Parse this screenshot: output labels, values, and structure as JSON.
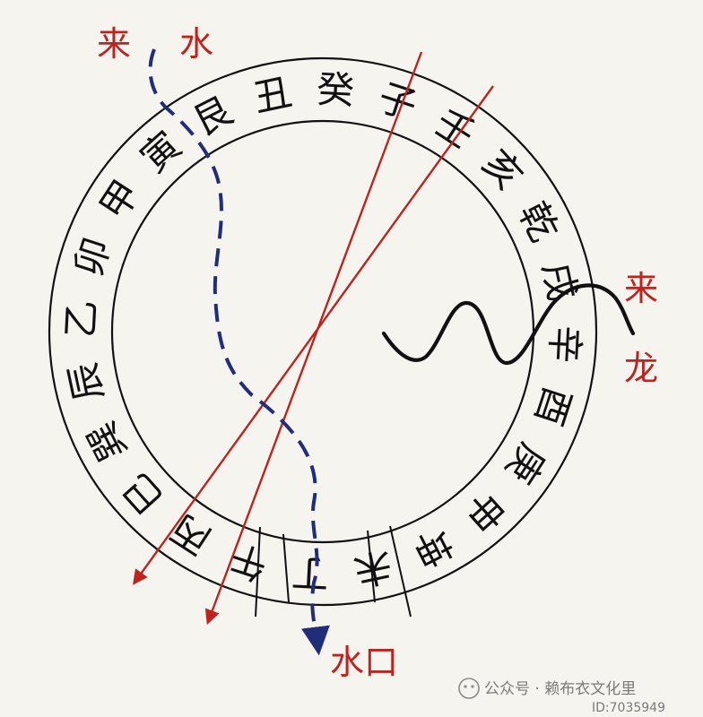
{
  "ring": {
    "sectors": [
      "艮",
      "寅",
      "甲",
      "卯",
      "乙",
      "辰",
      "巽",
      "巳",
      "丙",
      "午",
      "丁",
      "未",
      "坤",
      "申",
      "庚",
      "酉",
      "辛",
      "戌",
      "乾",
      "亥",
      "壬",
      "子",
      "癸",
      "丑"
    ]
  },
  "labels": {
    "inflow_water_left": "来",
    "inflow_water_right": "水",
    "incoming_dragon_top": "来",
    "incoming_dragon_bottom": "龙",
    "water_outlet": "水口"
  },
  "watermark": {
    "text": "公众号 · 赖布衣文化里",
    "id": "ID:7035949"
  },
  "colors": {
    "red": "#c0231e",
    "navy": "#1f2d7a",
    "black": "#111111"
  }
}
